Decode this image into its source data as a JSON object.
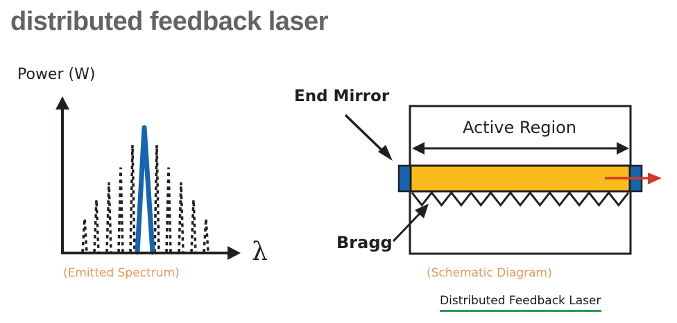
{
  "page": {
    "title": "distributed feedback laser"
  },
  "spectrum": {
    "y_axis_label": "Power (W)",
    "x_axis_label": "λ",
    "caption": "(Emitted Spectrum)",
    "main_mode": {
      "relative_power": 1.0,
      "color": "#1565b0"
    },
    "side_modes_relative_power": [
      0.27,
      0.42,
      0.56,
      0.68,
      0.86,
      0.86,
      0.68,
      0.56,
      0.42,
      0.27
    ],
    "side_mode_color": "#231f20"
  },
  "schematic": {
    "end_mirror_label": "End Mirror",
    "active_region_label": "Active Region",
    "bragg_label": "Bragg",
    "caption": "(Schematic Diagram)",
    "grating_teeth": 11,
    "colors": {
      "active_region": "#fbbb1e",
      "mirror": "#1565b0",
      "output_beam": "#d6372a",
      "outline": "#231f20"
    }
  },
  "footer": {
    "label": "Distributed Feedback Laser",
    "underline_color": "#2e9a52"
  }
}
